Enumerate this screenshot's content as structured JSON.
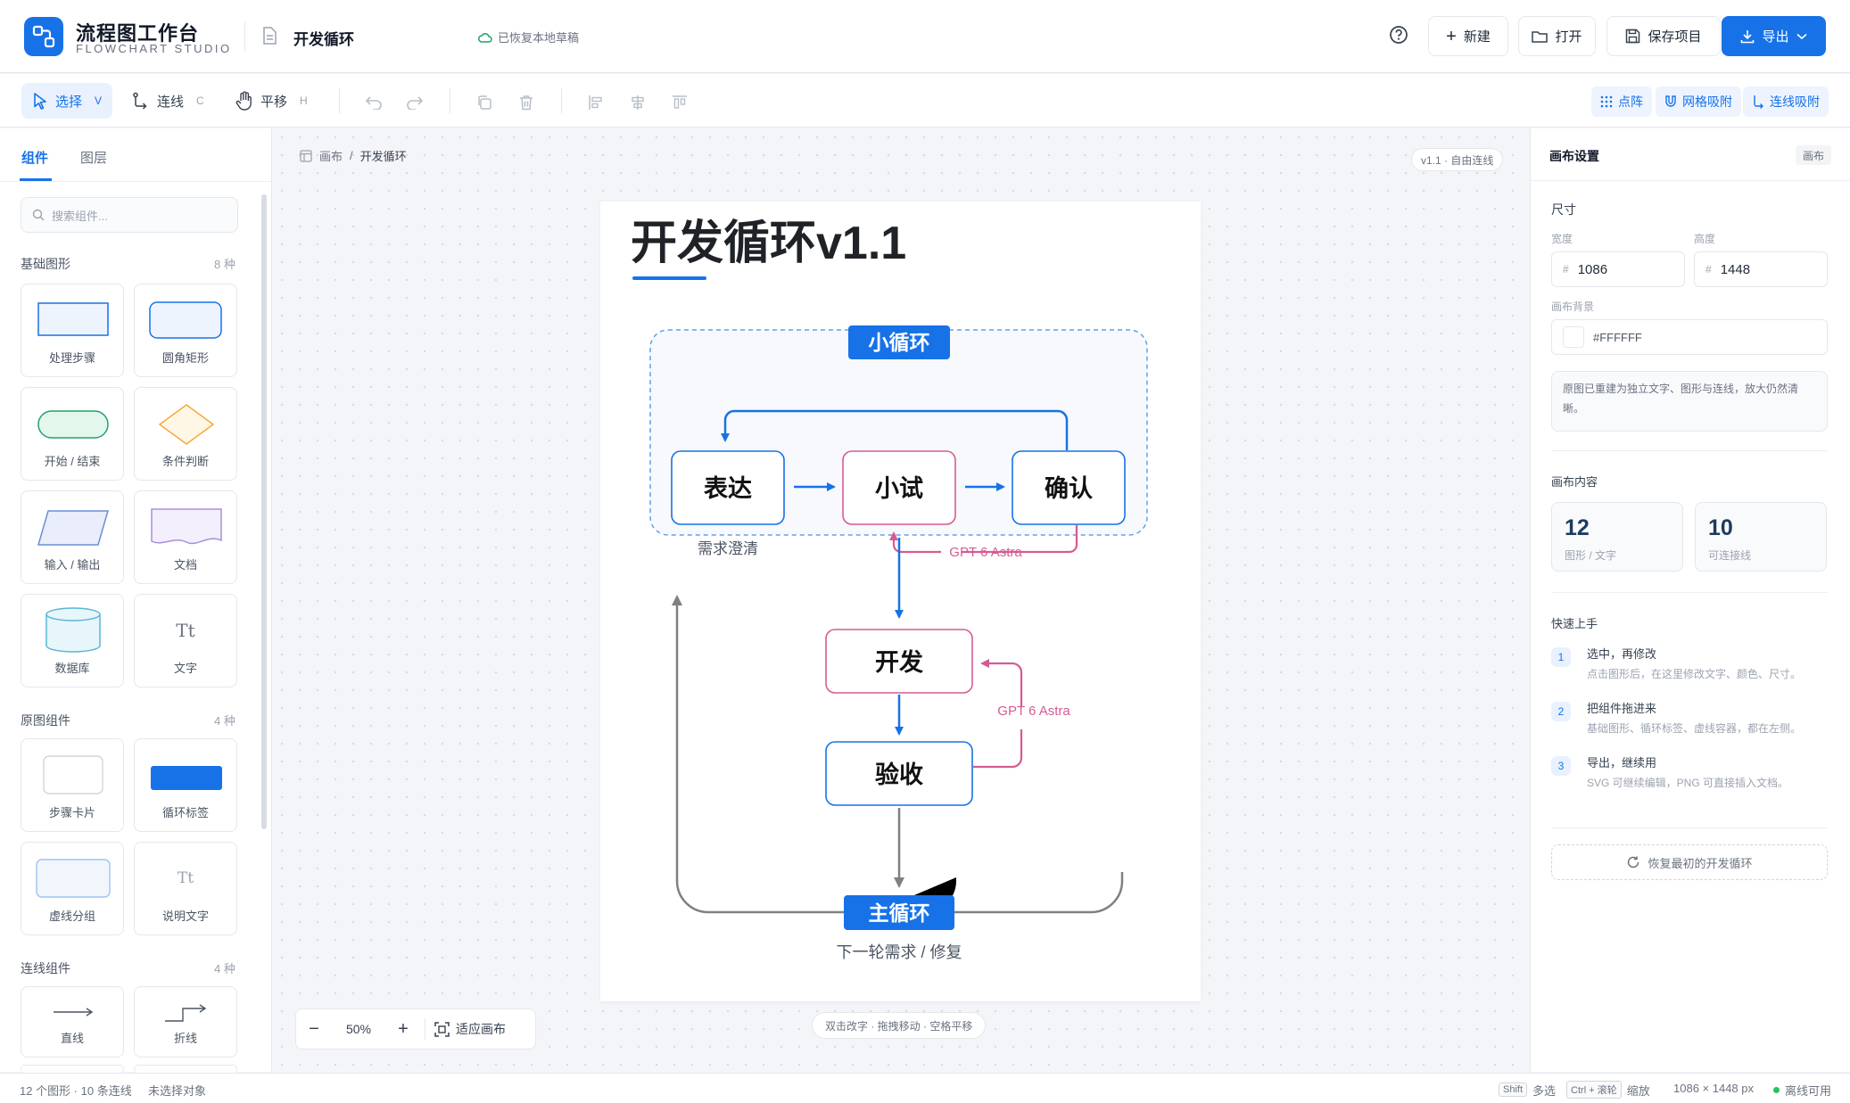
{
  "header": {
    "app_title": "流程图工作台",
    "app_subtitle": "FLOWCHART STUDIO",
    "doc_name": "开发循环",
    "saved_status": "已恢复本地草稿",
    "buttons": {
      "new": "新建",
      "open": "打开",
      "save": "保存项目",
      "export": "导出"
    }
  },
  "toolbar": {
    "tools": [
      {
        "label": "选择",
        "key": "V"
      },
      {
        "label": "连线",
        "key": "C"
      },
      {
        "label": "平移",
        "key": "H"
      }
    ],
    "snap": {
      "dots": "点阵",
      "grid": "网格吸附",
      "line": "连线吸附"
    }
  },
  "left_panel": {
    "tabs": [
      "组件",
      "图层"
    ],
    "search_placeholder": "搜索组件...",
    "sections": [
      {
        "title": "基础图形",
        "count": "8 种",
        "items": [
          "处理步骤",
          "圆角矩形",
          "开始 / 结束",
          "条件判断",
          "输入 / 输出",
          "文档",
          "数据库",
          "文字"
        ]
      },
      {
        "title": "原图组件",
        "count": "4 种",
        "items": [
          "步骤卡片",
          "循环标签",
          "虚线分组",
          "说明文字"
        ]
      },
      {
        "title": "连线组件",
        "count": "4 种",
        "items": [
          "直线",
          "折线"
        ]
      }
    ],
    "text_glyph": "Tt"
  },
  "canvas": {
    "breadcrumb": [
      "画布",
      "开发循环"
    ],
    "version_pill": "v1.1 · 自由连线",
    "zoom_level": "50%",
    "zoom_minus": "−",
    "zoom_plus": "+",
    "fit_label": "适应画布",
    "hint": "双击改字 · 拖拽移动 · 空格平移",
    "diagram": {
      "title": "开发循环v1.1",
      "small_loop": "小循环",
      "express": "表达",
      "try": "小试",
      "confirm": "确认",
      "requirement_note": "需求澄清",
      "gpt_label_1": "GPT 6 Astra",
      "develop": "开发",
      "accept": "验收",
      "gpt_label_2": "GPT 6 Astra",
      "main_loop": "主循环",
      "next_round": "下一轮需求 / 修复"
    }
  },
  "right_panel": {
    "title": "画布设置",
    "tag": "画布",
    "size_label": "尺寸",
    "width_label": "宽度",
    "height_label": "高度",
    "width": "1086",
    "height": "1448",
    "hash": "#",
    "bg_label": "画布背景",
    "bg_value": "#FFFFFF",
    "note": "原图已重建为独立文字、图形与连线，放大仍然清晰。",
    "content_label": "画布内容",
    "stats": [
      {
        "n": "12",
        "t": "图形 / 文字"
      },
      {
        "n": "10",
        "t": "可连接线"
      }
    ],
    "quick_label": "快速上手",
    "steps": [
      {
        "n": "1",
        "t": "选中，再修改",
        "d": "点击图形后，在这里修改文字、颜色、尺寸。"
      },
      {
        "n": "2",
        "t": "把组件拖进来",
        "d": "基础图形、循环标签、虚线容器，都在左侧。"
      },
      {
        "n": "3",
        "t": "导出，继续用",
        "d": "SVG 可继续编辑，PNG 可直接插入文档。"
      }
    ],
    "restore": "恢复最初的开发循环"
  },
  "status_bar": {
    "counts": "12 个图形 · 10 条连线",
    "selection": "未选择对象",
    "shift_key": "Shift",
    "multi": "多选",
    "ctrl_key": "Ctrl + 滚轮",
    "zoom": "缩放",
    "size": "1086 × 1448 px",
    "offline": "离线可用"
  },
  "colors": {
    "accent": "#1772e8",
    "pink": "#d65b91",
    "offline_dot": "#22c55e"
  }
}
